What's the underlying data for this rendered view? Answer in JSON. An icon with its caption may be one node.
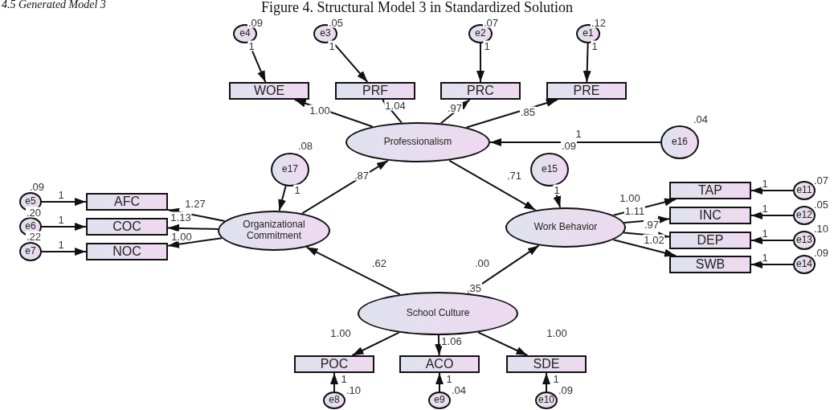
{
  "diagram": {
    "title": "Figure 4. Structural Model 3 in Standardized Solution",
    "nodes": [
      {
        "text": [
          "e4"
        ],
        "beside": [
          ".09"
        ]
      },
      {
        "text": [
          "e3"
        ],
        "beside": [
          ".05"
        ]
      },
      {
        "text": [
          "e2"
        ],
        "beside": [
          ".07"
        ]
      },
      {
        "text": [
          "e1"
        ],
        "beside": [
          ".12"
        ]
      },
      {
        "text": [
          "WOE"
        ]
      },
      {
        "text": [
          "PRF"
        ]
      },
      {
        "text": [
          "PRC"
        ]
      },
      {
        "text": [
          "PRE"
        ]
      },
      {
        "text": [
          "Professionalism"
        ]
      },
      {
        "text": [
          "e16"
        ],
        "beside": [
          ".04"
        ]
      },
      {
        "text": [
          "e17"
        ],
        "beside": [
          ".08"
        ]
      },
      {
        "text": [
          "e15"
        ],
        "beside": [
          ".09"
        ]
      },
      {
        "text": [
          "Organizational Commitment"
        ]
      },
      {
        "text": [
          "Work Behavior"
        ]
      },
      {
        "text": [
          "e5"
        ],
        "beside": [
          ".09"
        ]
      },
      {
        "text": [
          "e6"
        ],
        "beside": [
          ".20"
        ]
      },
      {
        "text": [
          "e7"
        ],
        "beside": [
          ".22"
        ]
      },
      {
        "text": [
          "AFC"
        ]
      },
      {
        "text": [
          "COC"
        ]
      },
      {
        "text": [
          "NOC"
        ]
      },
      {
        "text": [
          "TAP"
        ]
      },
      {
        "text": [
          "INC"
        ]
      },
      {
        "text": [
          "DEP"
        ]
      },
      {
        "text": [
          "SWB"
        ]
      },
      {
        "text": [
          "e11"
        ],
        "beside": [
          ".07"
        ]
      },
      {
        "text": [
          "e12"
        ],
        "beside": [
          ".05"
        ]
      },
      {
        "text": [
          "e13"
        ],
        "beside": [
          ".10"
        ]
      },
      {
        "text": [
          "e14"
        ],
        "beside": [
          ".09"
        ]
      },
      {
        "text": [
          "School Culture"
        ],
        "beside": [
          ".35"
        ]
      },
      {
        "text": [
          "POC"
        ]
      },
      {
        "text": [
          "ACO"
        ]
      },
      {
        "text": [
          "SDE"
        ]
      },
      {
        "text": [
          "e8"
        ],
        "beside": [
          ".10"
        ]
      },
      {
        "text": [
          "e9"
        ],
        "beside": [
          ".04"
        ]
      },
      {
        "text": [
          "e10"
        ],
        "beside": [
          ".09"
        ]
      }
    ],
    "edges": [
      {
        "from": 0,
        "to": 4,
        "arrow": "to",
        "label": "1"
      },
      {
        "from": 1,
        "to": 5,
        "arrow": "to",
        "label": "1"
      },
      {
        "from": 2,
        "to": 6,
        "arrow": "to",
        "label": "1"
      },
      {
        "from": 3,
        "to": 7,
        "arrow": "to",
        "label": "1"
      },
      {
        "from": 8,
        "to": 4,
        "arrow": "to",
        "label": "1.00"
      },
      {
        "from": 8,
        "to": 5,
        "arrow": "to",
        "label": "1.04"
      },
      {
        "from": 8,
        "to": 6,
        "arrow": "to",
        "label": ".97"
      },
      {
        "from": 8,
        "to": 7,
        "arrow": "to",
        "label": ".85"
      },
      {
        "from": 9,
        "to": 8,
        "arrow": "to",
        "label": "1"
      },
      {
        "from": 10,
        "to": 12,
        "arrow": "to",
        "label": "1"
      },
      {
        "from": 12,
        "to": 8,
        "arrow": "to",
        "label": ".87"
      },
      {
        "from": 8,
        "to": 13,
        "arrow": "to",
        "label": ".71"
      },
      {
        "from": 11,
        "to": 13,
        "arrow": "to",
        "label": "1"
      },
      {
        "from": 12,
        "to": 17,
        "arrow": "to",
        "label": "1.27"
      },
      {
        "from": 12,
        "to": 18,
        "arrow": "to",
        "label": "1.13"
      },
      {
        "from": 12,
        "to": 19,
        "arrow": "to",
        "label": "1.00"
      },
      {
        "from": 14,
        "to": 17,
        "arrow": "to",
        "label": "1"
      },
      {
        "from": 15,
        "to": 18,
        "arrow": "to",
        "label": "1"
      },
      {
        "from": 16,
        "to": 19,
        "arrow": "to",
        "label": "1"
      },
      {
        "from": 13,
        "to": 20,
        "arrow": "to",
        "label": "1.00"
      },
      {
        "from": 13,
        "to": 21,
        "arrow": "to",
        "label": "1.11"
      },
      {
        "from": 13,
        "to": 22,
        "arrow": "to",
        "label": ".97"
      },
      {
        "from": 13,
        "to": 23,
        "arrow": "to",
        "label": "1.02"
      },
      {
        "from": 24,
        "to": 20,
        "arrow": "to",
        "label": "1"
      },
      {
        "from": 25,
        "to": 21,
        "arrow": "to",
        "label": "1"
      },
      {
        "from": 26,
        "to": 22,
        "arrow": "to",
        "label": "1"
      },
      {
        "from": 27,
        "to": 23,
        "arrow": "to",
        "label": "1"
      },
      {
        "from": 28,
        "to": 12,
        "arrow": "to",
        "label": ".62"
      },
      {
        "from": 28,
        "to": 13,
        "arrow": "to",
        "label": ".00"
      },
      {
        "from": 28,
        "to": 29,
        "arrow": "to",
        "label": "1.00"
      },
      {
        "from": 28,
        "to": 30,
        "arrow": "to",
        "label": "1.06"
      },
      {
        "from": 28,
        "to": 31,
        "arrow": "to",
        "label": "1.00"
      },
      {
        "from": 32,
        "to": 29,
        "arrow": "to",
        "label": "1"
      },
      {
        "from": 33,
        "to": 30,
        "arrow": "to",
        "label": "1"
      },
      {
        "from": 34,
        "to": 31,
        "arrow": "to",
        "label": "1"
      }
    ],
    "labels": [
      "4.5 Generated Model 3"
    ]
  }
}
